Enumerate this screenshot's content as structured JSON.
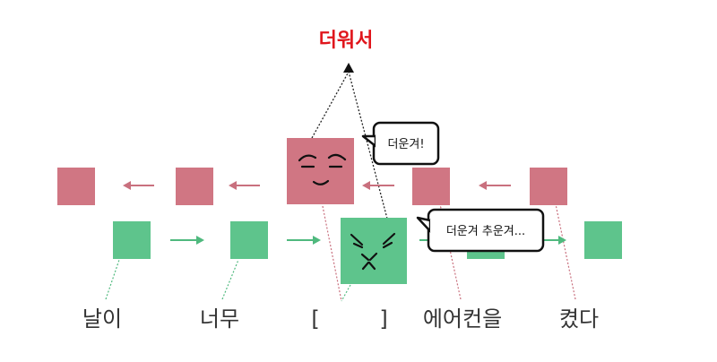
{
  "title": "더워서",
  "words": [
    "날이",
    "너무",
    "[",
    "]",
    "에어컨을",
    "켰다"
  ],
  "bubbles": {
    "top": "더운겨!",
    "bottom": "더운겨 추운겨..."
  },
  "colors": {
    "backward": "#d07683",
    "forward": "#5ec48c",
    "title": "#e0161c",
    "arrow_back": "#c9707e",
    "arrow_fwd": "#4fb97e"
  },
  "icons": [
    "arrow-left-icon",
    "arrow-right-icon",
    "happy-face-icon",
    "angry-face-icon"
  ]
}
